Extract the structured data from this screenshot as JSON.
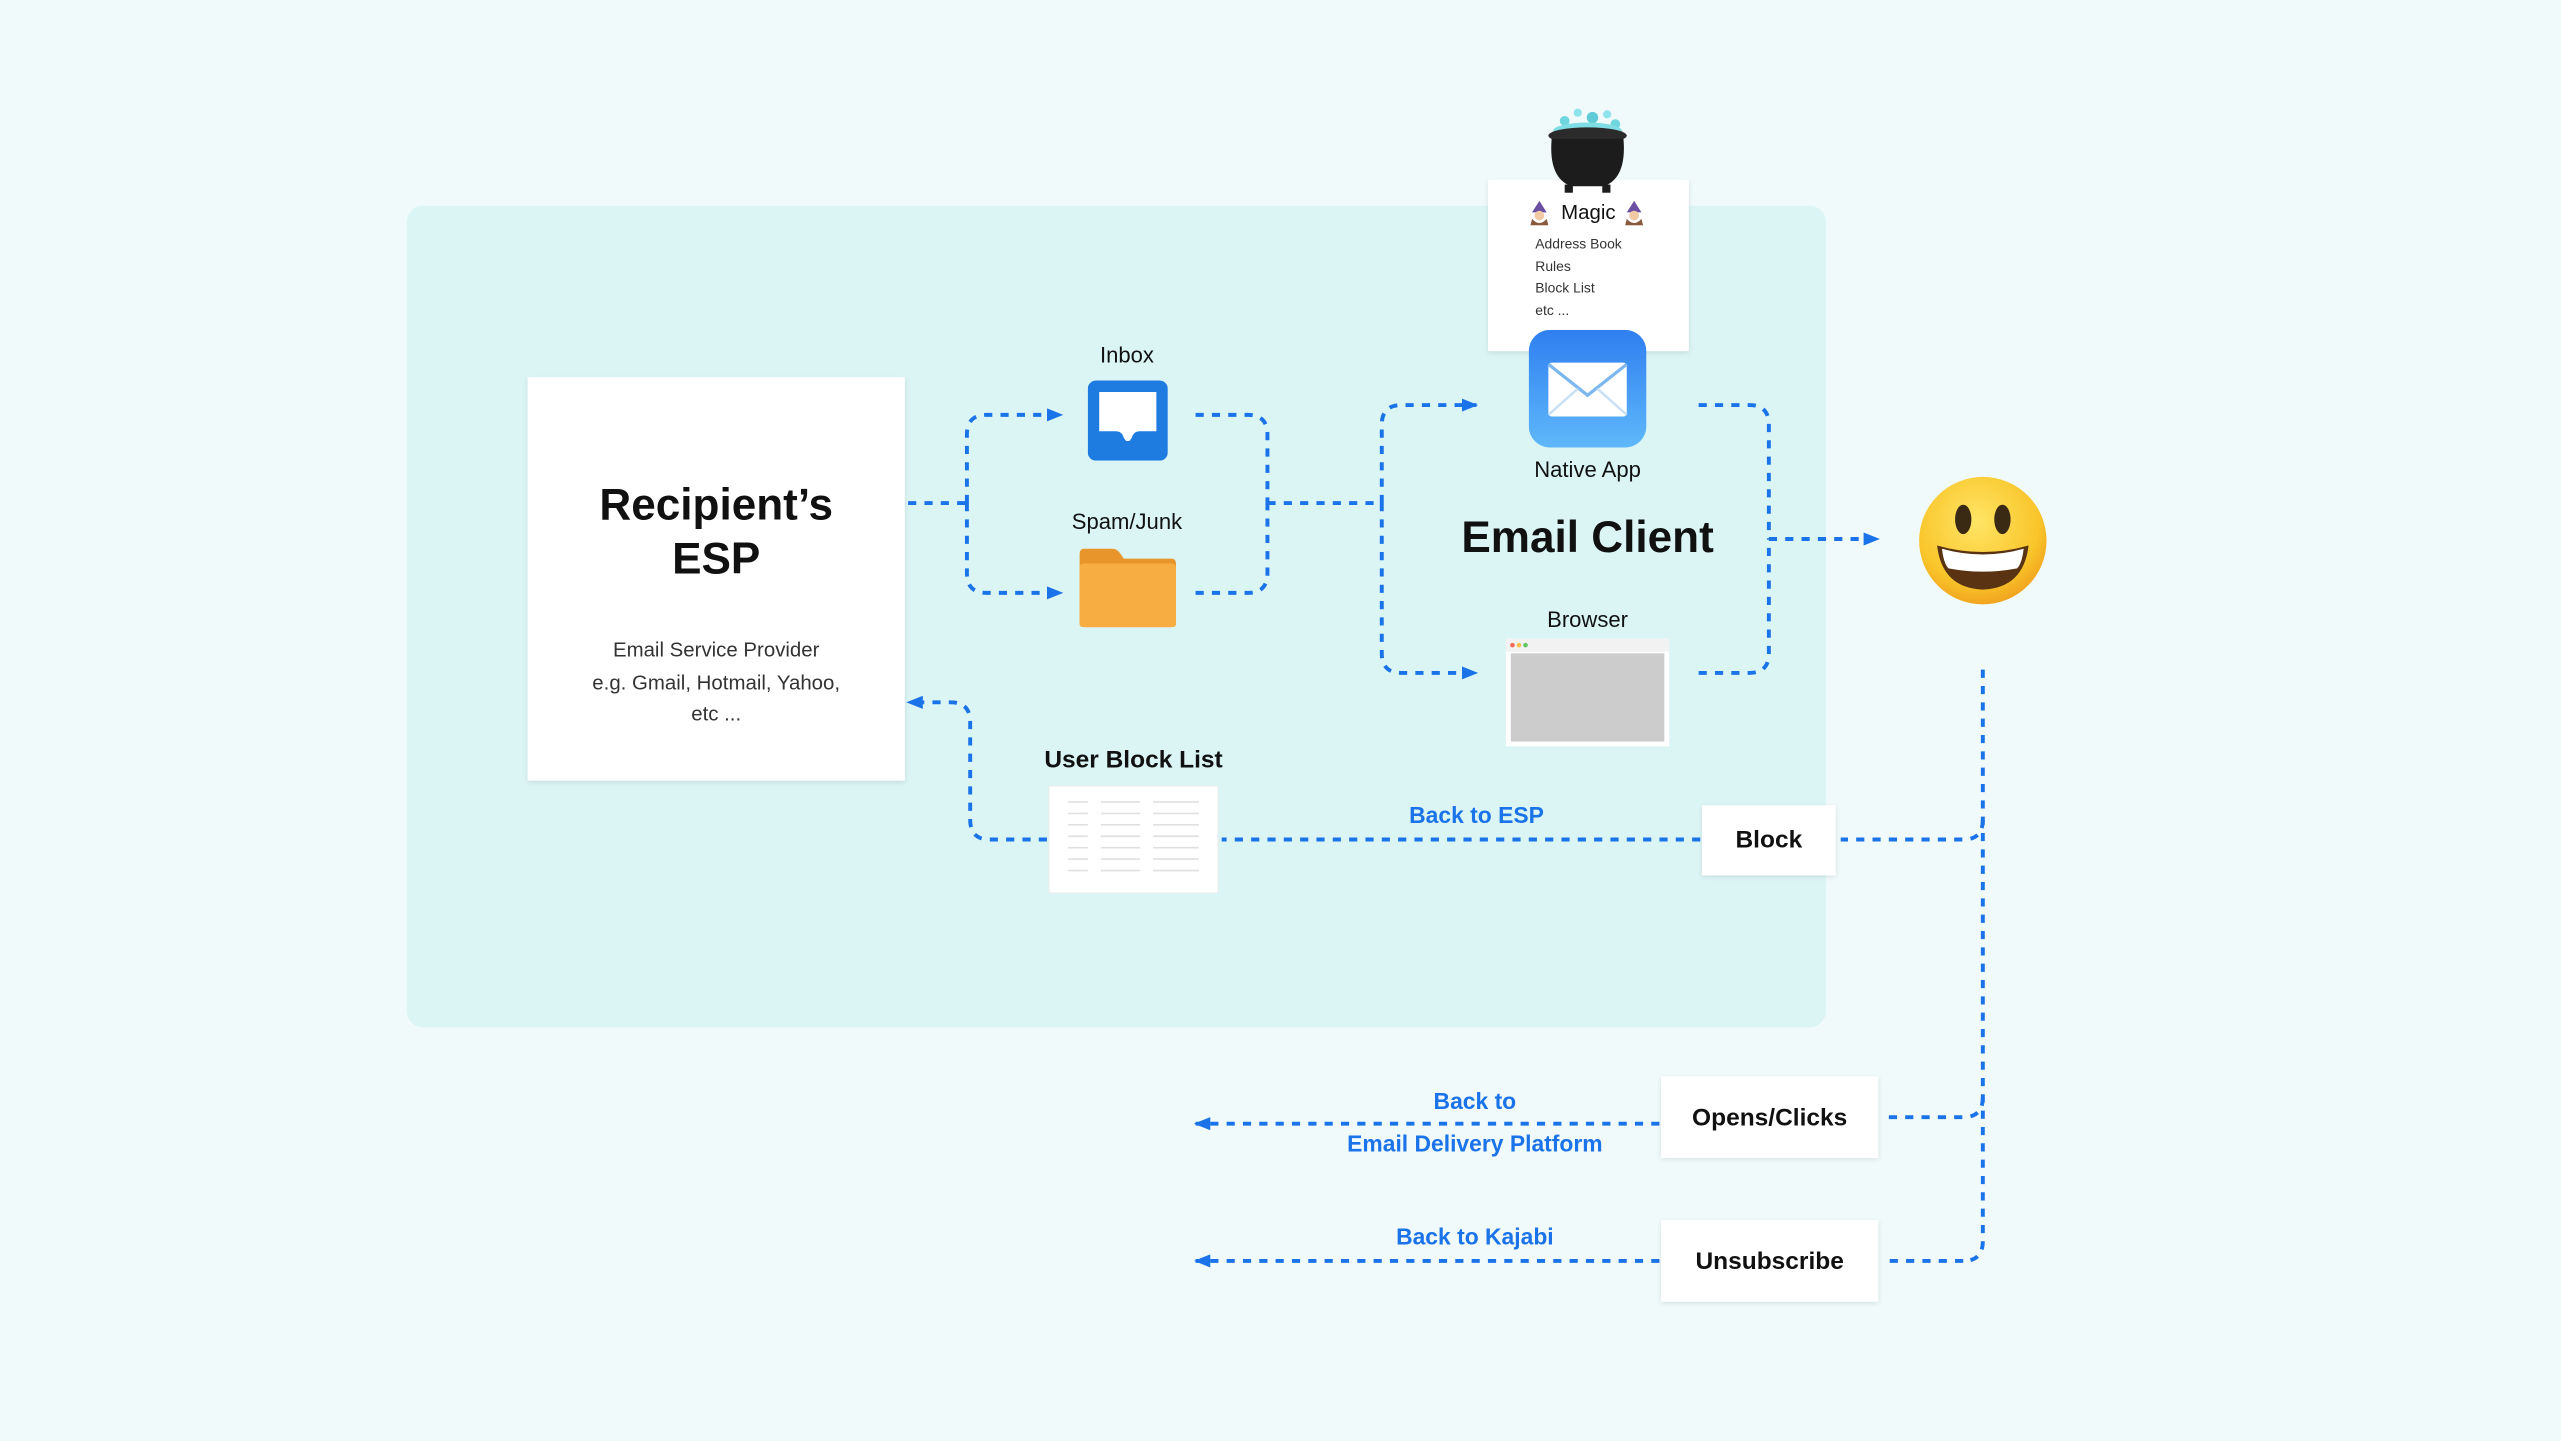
{
  "esp": {
    "title_line1": "Recipient’s",
    "title_line2": "ESP",
    "subtitle_line1": "Email Service Provider",
    "subtitle_line2": "e.g. Gmail, Hotmail, Yahoo,",
    "subtitle_line3": "etc ..."
  },
  "folders": {
    "inbox_label": "Inbox",
    "spam_label": "Spam/Junk"
  },
  "email_client": {
    "title": "Email Client",
    "native_app_label": "Native App",
    "browser_label": "Browser"
  },
  "magic": {
    "title": "Magic",
    "items": [
      "Address Book",
      "Rules",
      "Block List",
      "etc ..."
    ]
  },
  "user_block_list": {
    "label": "User Block List"
  },
  "actions": {
    "block": "Block",
    "opens_clicks": "Opens/Clicks",
    "unsubscribe": "Unsubscribe"
  },
  "flow_labels": {
    "back_to_esp": "Back to ESP",
    "back_to_edp_line1": "Back to",
    "back_to_edp_line2": "Email Delivery Platform",
    "back_to_kajabi": "Back to Kajabi"
  },
  "icons": {
    "inbox": "inbox-tray-icon",
    "spam": "folder-icon",
    "native_app": "mail-envelope-icon",
    "browser": "browser-window-icon",
    "cauldron": "cauldron-icon",
    "wizard": "wizard-emoji-icon",
    "recipient": "grinning-face-emoji"
  },
  "colors": {
    "background": "#f0fafa",
    "panel": "#dbf5f5",
    "connector": "#1a73e8",
    "inbox_blue": "#1e7be0",
    "folder_orange": "#f7a93b",
    "mail_app_blue": "#3d8ef0"
  }
}
